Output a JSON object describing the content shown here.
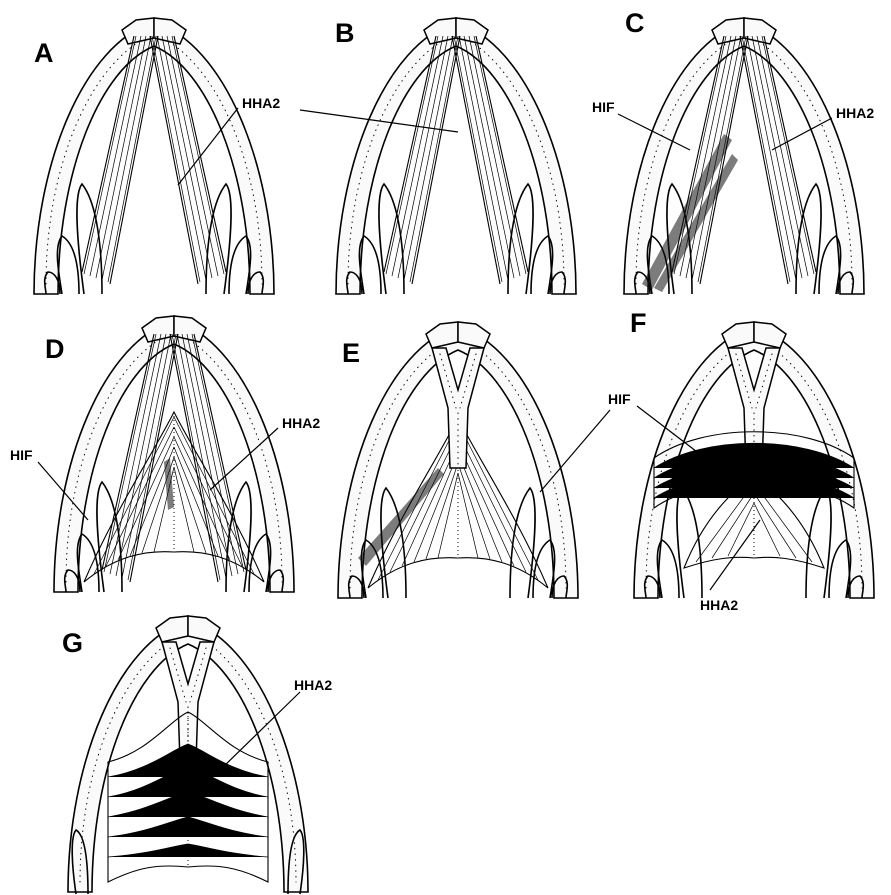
{
  "panels": [
    {
      "letter": "A",
      "labels": [
        "HHA2"
      ]
    },
    {
      "letter": "B",
      "labels": []
    },
    {
      "letter": "C",
      "labels": [
        "HIF",
        "HHA2"
      ]
    },
    {
      "letter": "D",
      "labels": [
        "HIF",
        "HHA2"
      ]
    },
    {
      "letter": "E",
      "labels": [
        "HIF"
      ]
    },
    {
      "letter": "F",
      "labels": [
        "HHA2"
      ]
    },
    {
      "letter": "G",
      "labels": [
        "HHA2"
      ]
    }
  ],
  "colors": {
    "ink": "#000000",
    "paper": "#ffffff",
    "bone": "#fafafa"
  }
}
